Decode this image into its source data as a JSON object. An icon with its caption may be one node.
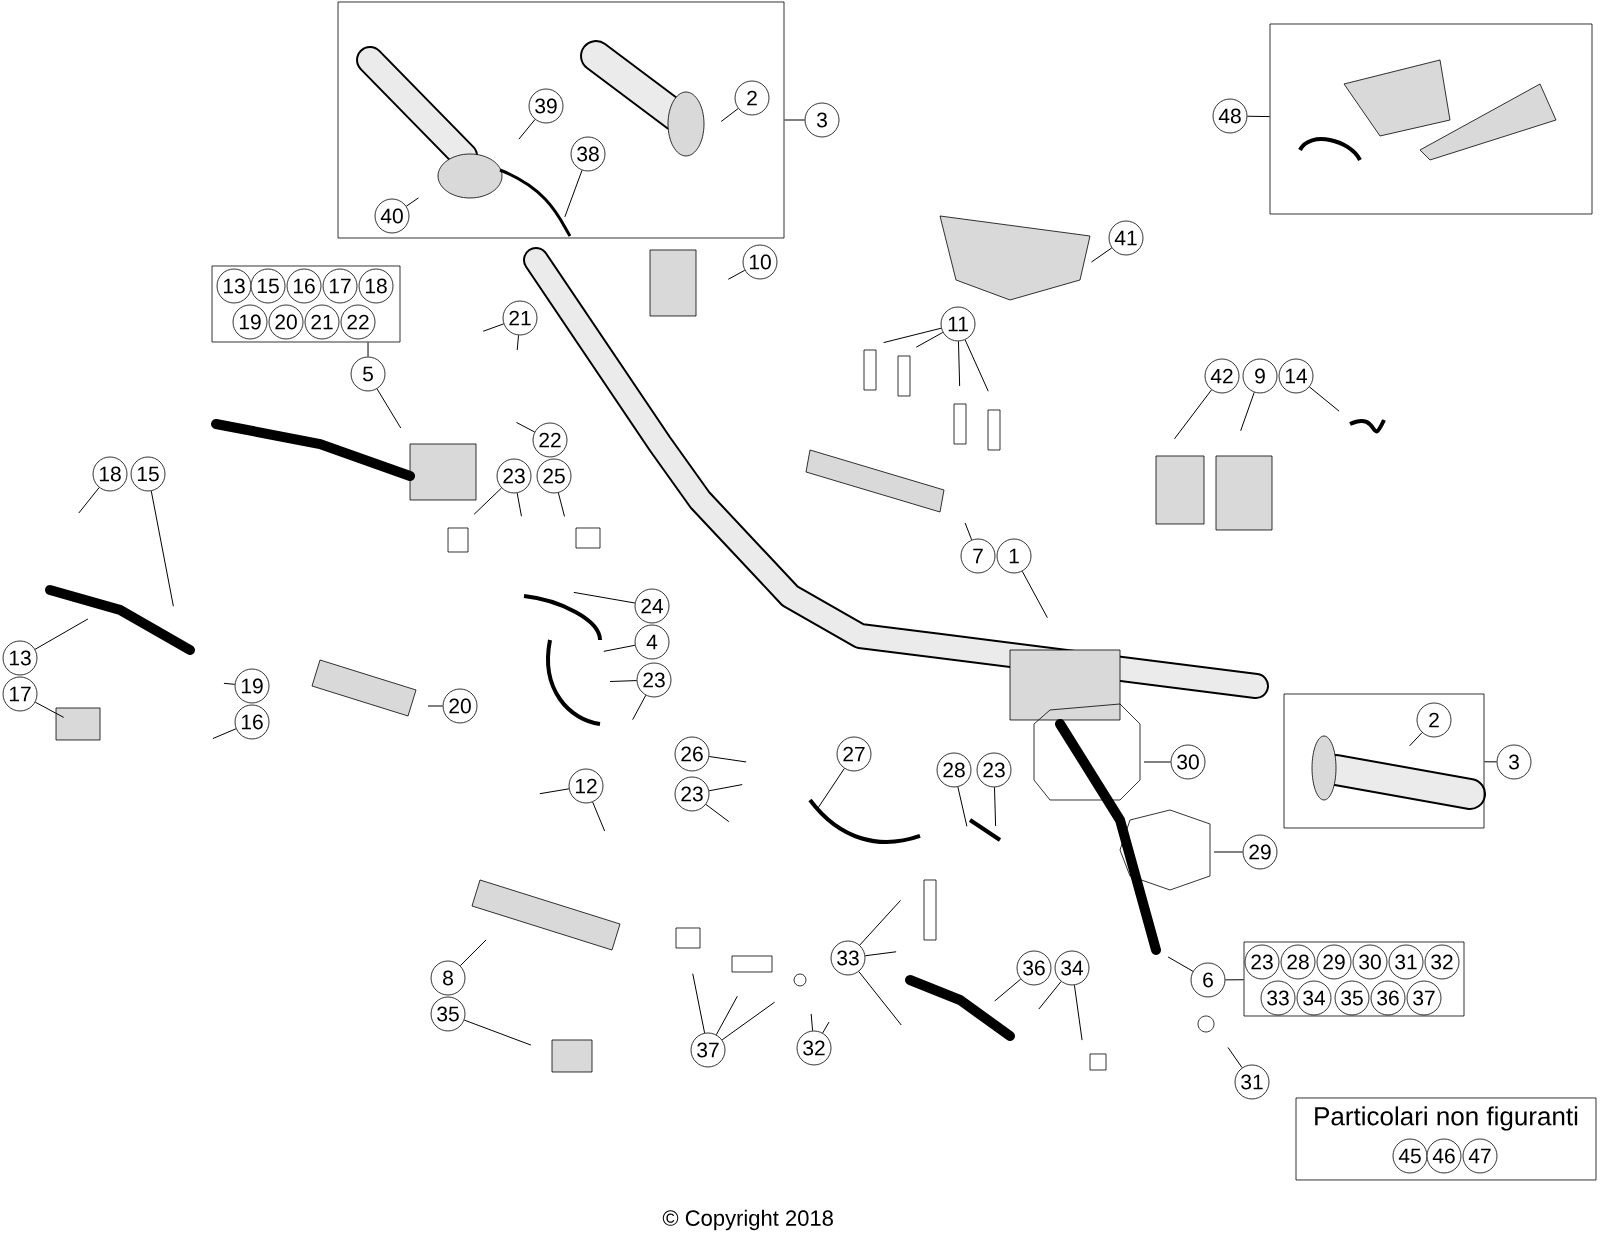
{
  "diagram": {
    "nodes": [
      {
        "text": [],
        "shape": "box"
      },
      {
        "text": [
          "39"
        ],
        "in": 0
      },
      {
        "text": [
          "38"
        ],
        "in": 0
      },
      {
        "text": [
          "2"
        ],
        "in": 0
      },
      {
        "text": [
          "40"
        ],
        "in": 0
      },
      {
        "text": [
          "3"
        ]
      },
      {
        "text": [],
        "shape": "box"
      },
      {
        "text": [
          "48"
        ]
      },
      {
        "text": [
          "10"
        ]
      },
      {
        "text": [
          "41"
        ]
      },
      {
        "text": [],
        "shape": "box"
      },
      {
        "text": [
          "13"
        ],
        "in": 10
      },
      {
        "text": [
          "15"
        ],
        "in": 10
      },
      {
        "text": [
          "16"
        ],
        "in": 10
      },
      {
        "text": [
          "17"
        ],
        "in": 10
      },
      {
        "text": [
          "18"
        ],
        "in": 10
      },
      {
        "text": [
          "19"
        ],
        "in": 10
      },
      {
        "text": [
          "20"
        ],
        "in": 10
      },
      {
        "text": [
          "21"
        ],
        "in": 10
      },
      {
        "text": [
          "22"
        ],
        "in": 10
      },
      {
        "text": [
          "11"
        ]
      },
      {
        "text": [
          "21"
        ]
      },
      {
        "text": [
          "5"
        ]
      },
      {
        "text": [
          "42"
        ]
      },
      {
        "text": [
          "9"
        ]
      },
      {
        "text": [
          "14"
        ]
      },
      {
        "text": [
          "22"
        ]
      },
      {
        "text": [
          "23"
        ]
      },
      {
        "text": [
          "25"
        ]
      },
      {
        "text": [
          "18"
        ]
      },
      {
        "text": [
          "15"
        ]
      },
      {
        "text": [
          "7"
        ]
      },
      {
        "text": [
          "1"
        ]
      },
      {
        "text": [
          "24"
        ]
      },
      {
        "text": [
          "4"
        ]
      },
      {
        "text": [
          "13"
        ]
      },
      {
        "text": [
          "23"
        ]
      },
      {
        "text": [
          "19"
        ]
      },
      {
        "text": [
          "17"
        ]
      },
      {
        "text": [
          "20"
        ]
      },
      {
        "text": [
          "16"
        ]
      },
      {
        "text": [],
        "shape": "box"
      },
      {
        "text": [
          "2"
        ],
        "in": 41
      },
      {
        "text": [
          "26"
        ]
      },
      {
        "text": [
          "27"
        ]
      },
      {
        "text": [
          "3"
        ]
      },
      {
        "text": [
          "28"
        ]
      },
      {
        "text": [
          "23"
        ]
      },
      {
        "text": [
          "30"
        ]
      },
      {
        "text": [
          "12"
        ]
      },
      {
        "text": [
          "23"
        ]
      },
      {
        "text": [
          "29"
        ]
      },
      {
        "text": [
          "33"
        ]
      },
      {
        "text": [
          "36"
        ]
      },
      {
        "text": [
          "34"
        ]
      },
      {
        "text": [
          "6"
        ]
      },
      {
        "text": [],
        "shape": "box"
      },
      {
        "text": [
          "23"
        ],
        "in": 56
      },
      {
        "text": [
          "28"
        ],
        "in": 56
      },
      {
        "text": [
          "29"
        ],
        "in": 56
      },
      {
        "text": [
          "30"
        ],
        "in": 56
      },
      {
        "text": [
          "31"
        ],
        "in": 56
      },
      {
        "text": [
          "32"
        ],
        "in": 56
      },
      {
        "text": [
          "33"
        ],
        "in": 56
      },
      {
        "text": [
          "34"
        ],
        "in": 56
      },
      {
        "text": [
          "35"
        ],
        "in": 56
      },
      {
        "text": [
          "36"
        ],
        "in": 56
      },
      {
        "text": [
          "37"
        ],
        "in": 56
      },
      {
        "text": [
          "8"
        ]
      },
      {
        "text": [
          "35"
        ]
      },
      {
        "text": [
          "37"
        ]
      },
      {
        "text": [
          "32"
        ]
      },
      {
        "text": [
          "31"
        ]
      },
      {
        "text": [
          "Particolari non figuranti"
        ]
      },
      {
        "text": [
          "45"
        ],
        "in": 73
      },
      {
        "text": [
          "46"
        ],
        "in": 73
      },
      {
        "text": [
          "47"
        ],
        "in": 73
      }
    ],
    "edges": [
      {
        "from": 1,
        "to": null,
        "arrow": "none"
      },
      {
        "from": 2,
        "to": null,
        "arrow": "none"
      },
      {
        "from": 3,
        "to": null,
        "arrow": "none"
      },
      {
        "from": 4,
        "to": null,
        "arrow": "none"
      },
      {
        "from": 5,
        "to": 0,
        "arrow": "none"
      },
      {
        "from": 7,
        "to": 6,
        "arrow": "none"
      },
      {
        "from": 8,
        "to": null,
        "arrow": "none"
      },
      {
        "from": 9,
        "to": null,
        "arrow": "none"
      },
      {
        "from": 22,
        "to": 10,
        "arrow": "none"
      },
      {
        "from": 20,
        "to": null,
        "arrow": "none"
      },
      {
        "from": 20,
        "to": null,
        "arrow": "none"
      },
      {
        "from": 20,
        "to": null,
        "arrow": "none"
      },
      {
        "from": 20,
        "to": null,
        "arrow": "none"
      },
      {
        "from": 21,
        "to": null,
        "arrow": "none"
      },
      {
        "from": 21,
        "to": null,
        "arrow": "none"
      },
      {
        "from": 22,
        "to": null,
        "arrow": "none"
      },
      {
        "from": 23,
        "to": null,
        "arrow": "none"
      },
      {
        "from": 24,
        "to": null,
        "arrow": "none"
      },
      {
        "from": 25,
        "to": null,
        "arrow": "none"
      },
      {
        "from": 26,
        "to": null,
        "arrow": "none"
      },
      {
        "from": 27,
        "to": null,
        "arrow": "none"
      },
      {
        "from": 27,
        "to": null,
        "arrow": "none"
      },
      {
        "from": 28,
        "to": null,
        "arrow": "none"
      },
      {
        "from": 29,
        "to": null,
        "arrow": "none"
      },
      {
        "from": 30,
        "to": null,
        "arrow": "none"
      },
      {
        "from": 31,
        "to": null,
        "arrow": "none"
      },
      {
        "from": 32,
        "to": null,
        "arrow": "none"
      },
      {
        "from": 33,
        "to": null,
        "arrow": "none"
      },
      {
        "from": 34,
        "to": null,
        "arrow": "none"
      },
      {
        "from": 35,
        "to": null,
        "arrow": "none"
      },
      {
        "from": 36,
        "to": null,
        "arrow": "none"
      },
      {
        "from": 36,
        "to": null,
        "arrow": "none"
      },
      {
        "from": 37,
        "to": null,
        "arrow": "none"
      },
      {
        "from": 38,
        "to": null,
        "arrow": "none"
      },
      {
        "from": 39,
        "to": null,
        "arrow": "none"
      },
      {
        "from": 40,
        "to": null,
        "arrow": "none"
      },
      {
        "from": 42,
        "to": null,
        "arrow": "none"
      },
      {
        "from": 43,
        "to": null,
        "arrow": "none"
      },
      {
        "from": 44,
        "to": null,
        "arrow": "none"
      },
      {
        "from": 45,
        "to": 41,
        "arrow": "none"
      },
      {
        "from": 46,
        "to": null,
        "arrow": "none"
      },
      {
        "from": 47,
        "to": null,
        "arrow": "none"
      },
      {
        "from": 48,
        "to": null,
        "arrow": "none"
      },
      {
        "from": 49,
        "to": null,
        "arrow": "none"
      },
      {
        "from": 49,
        "to": null,
        "arrow": "none"
      },
      {
        "from": 50,
        "to": null,
        "arrow": "none"
      },
      {
        "from": 50,
        "to": null,
        "arrow": "none"
      },
      {
        "from": 51,
        "to": null,
        "arrow": "none"
      },
      {
        "from": 52,
        "to": null,
        "arrow": "none"
      },
      {
        "from": 52,
        "to": null,
        "arrow": "none"
      },
      {
        "from": 52,
        "to": null,
        "arrow": "none"
      },
      {
        "from": 53,
        "to": null,
        "arrow": "none"
      },
      {
        "from": 54,
        "to": null,
        "arrow": "none"
      },
      {
        "from": 54,
        "to": null,
        "arrow": "none"
      },
      {
        "from": 55,
        "to": null,
        "arrow": "none"
      },
      {
        "from": 55,
        "to": 56,
        "arrow": "none"
      },
      {
        "from": 68,
        "to": null,
        "arrow": "none"
      },
      {
        "from": 69,
        "to": null,
        "arrow": "none"
      },
      {
        "from": 70,
        "to": null,
        "arrow": "none"
      },
      {
        "from": 70,
        "to": null,
        "arrow": "none"
      },
      {
        "from": 70,
        "to": null,
        "arrow": "none"
      },
      {
        "from": 71,
        "to": null,
        "arrow": "none"
      },
      {
        "from": 71,
        "to": null,
        "arrow": "none"
      },
      {
        "from": 72,
        "to": null,
        "arrow": "none"
      }
    ],
    "labels": [
      "© Copyright 2018"
    ]
  }
}
